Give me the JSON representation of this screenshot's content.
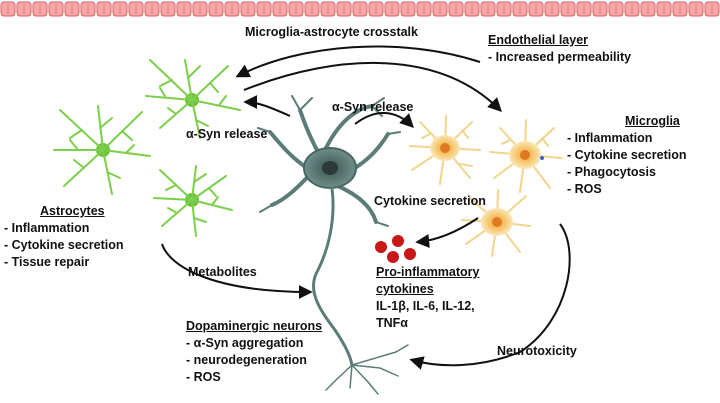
{
  "arrows": {
    "crosstalk": "Microglia-astrocyte crosstalk",
    "asyn_release_left": "α-Syn release",
    "asyn_release_right": "α-Syn release",
    "cytokine_secretion": "Cytokine secretion",
    "metabolites": "Metabolites",
    "neurotoxicity": "Neurotoxicity"
  },
  "endothelial": {
    "title": "Endothelial layer",
    "items": [
      "- Increased permeability"
    ]
  },
  "microglia": {
    "title": "Microglia",
    "items": [
      "- Inflammation",
      "- Cytokine secretion",
      "- Phagocytosis",
      "- ROS"
    ]
  },
  "astrocytes": {
    "title": "Astrocytes",
    "items": [
      "- Inflammation",
      "- Cytokine secretion",
      "- Tissue repair"
    ]
  },
  "cytokines": {
    "title_line1": "Pro-inflammatory",
    "title_line2": "cytokines",
    "values_line1": "IL-1β, IL-6, IL-12,",
    "values_line2": "TNFα"
  },
  "neurons": {
    "title": "Dopaminergic neurons",
    "items": [
      "- α-Syn aggregation",
      "- neurodegeneration",
      "- ROS"
    ]
  },
  "colors": {
    "endothelium": "#f08a8a",
    "astrocyte": "#7ccf4a",
    "microglia": "#f2c15a",
    "neuron": "#5c7c78",
    "cytokine": "#c81818"
  }
}
